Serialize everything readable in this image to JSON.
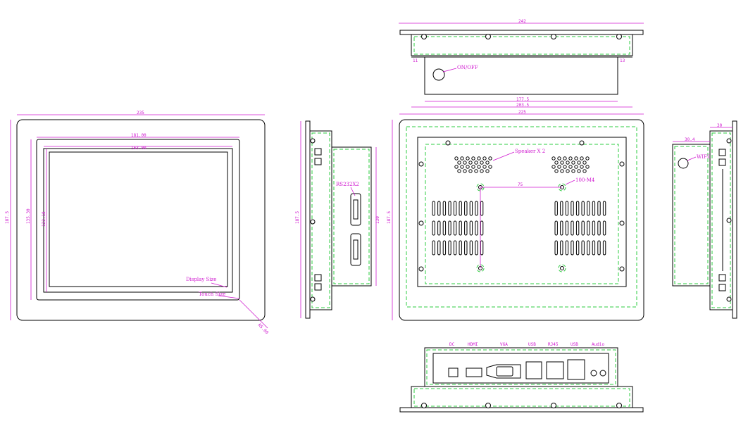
{
  "colors": {
    "dimension": "#d01ad0",
    "outline": "#000000",
    "gasket": "#2ecc40",
    "background": "#ffffff"
  },
  "front_view": {
    "width_dim": "235",
    "height_dim": "187.5",
    "touch_width_dim": "181.00",
    "display_width_dim": "163.00",
    "touch_height_dim": "135.30",
    "display_height_dim": "122.18",
    "display_label": "Display Size",
    "touch_label": "Touch Size",
    "corner_dim": "R5.00"
  },
  "top_view": {
    "width_dim": "242",
    "inner_width_dim": "177.5",
    "depth_dim": "203.5",
    "left_dim": "11",
    "right_dim": "13",
    "switch_label": "ON/OFF"
  },
  "side_view_left": {
    "height_dim": "187.5",
    "inner_height_dim": "130",
    "connector_label": "RS232X2"
  },
  "back_view": {
    "width_dim": "225",
    "height_dim": "187.5",
    "speaker_label": "Speaker X 2",
    "vesa_label": "100-M4",
    "vesa_dim": "75"
  },
  "side_view_right": {
    "wifi_label": "WIFI",
    "depth_dim": "30.4",
    "frame_dim": "30"
  },
  "bottom_view": {
    "ports": [
      "DC",
      "HDMI",
      "VGA",
      "USB",
      "RJ45",
      "USB",
      "Audio"
    ]
  }
}
